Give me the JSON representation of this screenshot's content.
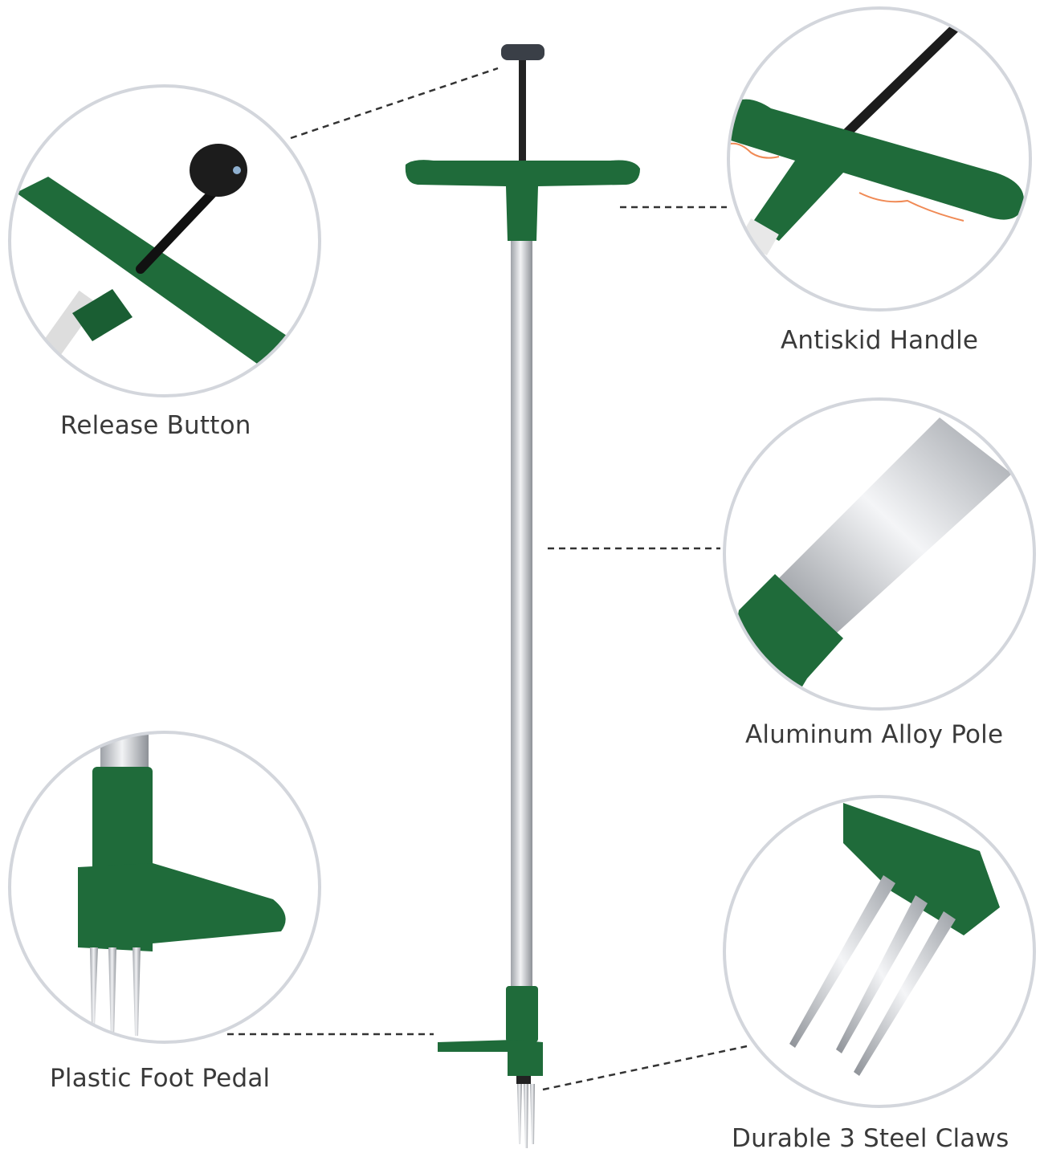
{
  "labels": {
    "release_button": "Release Button",
    "antiskid_handle": "Antiskid Handle",
    "aluminum_pole": "Aluminum Alloy Pole",
    "foot_pedal": "Plastic Foot Pedal",
    "steel_claws": "Durable 3 Steel Claws"
  },
  "colors": {
    "green": "#1f6b3a",
    "circle_border": "#d3d6dc",
    "aluminum": "#c9ccd1",
    "accent_wave": "#f08a55"
  }
}
